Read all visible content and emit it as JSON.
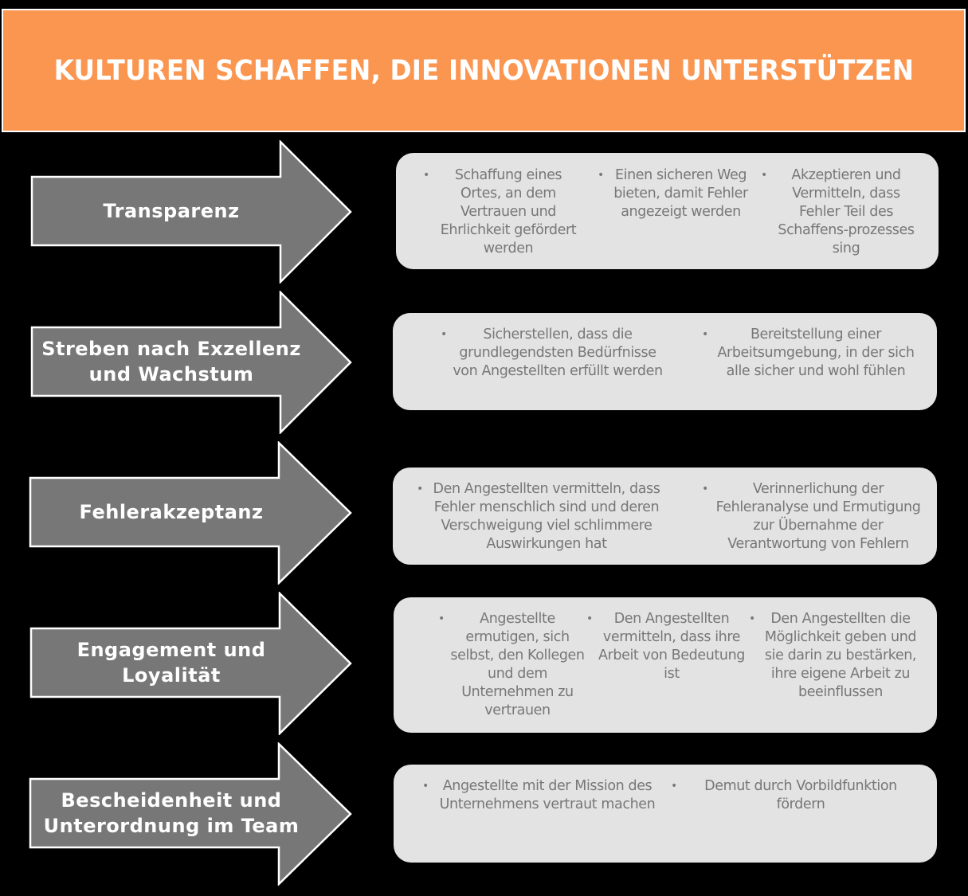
{
  "title": "KULTUREN SCHAFFEN, DIE INNOVATIONEN UNTERSTÜTZEN",
  "colors": {
    "title_background": "#FB9651",
    "arrow_fill": "#777777",
    "arrow_outline": "#FFFFFF",
    "box_background": "#E3E3E3",
    "box_text": "#777777",
    "page_background": "#000000"
  },
  "rows": [
    {
      "label": "Transparenz",
      "bullets": [
        "Schaffung eines Ortes, an dem Vertrauen und Ehrlichkeit gefördert werden",
        "Einen sicheren Weg bieten, damit Fehler angezeigt werden",
        "Akzeptieren und Vermitteln, dass Fehler Teil des Schaffens-prozesses sing"
      ]
    },
    {
      "label": "Streben nach Exzellenz und Wachstum",
      "bullets": [
        "Sicherstellen, dass die grundlegendsten Bedürfnisse von Angestellten erfüllt werden",
        "Bereitstellung einer Arbeitsumgebung, in der sich alle sicher und wohl fühlen"
      ]
    },
    {
      "label": "Fehlerakzeptanz",
      "bullets": [
        "Den Angestellten vermitteln, dass Fehler menschlich sind und deren Verschweigung viel schlimmere Auswirkungen hat",
        "Verinnerlichung der Fehleranalyse und Ermutigung zur Übernahme der Verantwortung von Fehlern"
      ]
    },
    {
      "label": "Engagement und Loyalität",
      "bullets": [
        "Angestellte ermutigen, sich selbst, den Kollegen und dem Unternehmen zu vertrauen",
        "Den Angestellten vermitteln, dass ihre Arbeit von Bedeutung ist",
        "Den Angestellten die Möglichkeit geben und sie darin zu bestärken, ihre eigene Arbeit zu beeinflussen"
      ]
    },
    {
      "label": "Bescheidenheit und Unterordnung im Team",
      "bullets": [
        "Angestellte mit der Mission des Unternehmens vertraut machen",
        "Demut durch Vorbildfunktion fördern"
      ]
    }
  ],
  "bullet_glyph": "•"
}
